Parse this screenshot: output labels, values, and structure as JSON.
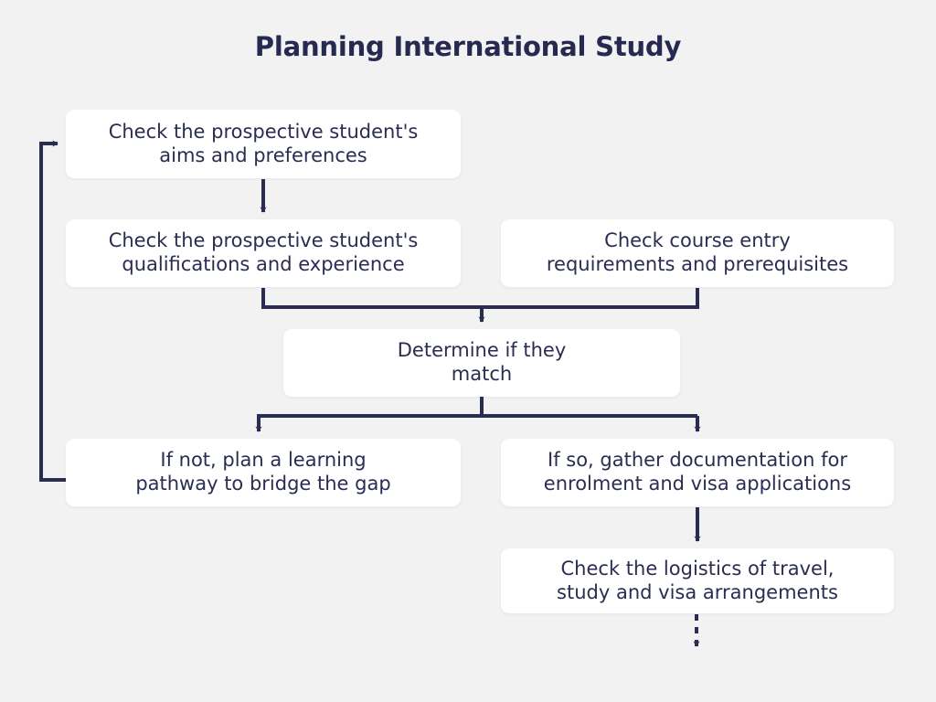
{
  "page": {
    "title": "Planning International Study",
    "background_color": "#f2f2f3",
    "node_fill_color": "#ffffff",
    "text_color": "#2a2d52",
    "connector_color": "#2a2d52"
  },
  "diagram_data": {
    "type": "flowchart",
    "nodes": [
      {
        "id": "n1",
        "label": "Check the prospective student's\naims and preferences"
      },
      {
        "id": "n2",
        "label": "Check the prospective student's\nqualifications and experience"
      },
      {
        "id": "n3",
        "label": "Check course entry\nrequirements and prerequisites"
      },
      {
        "id": "n4",
        "label": "Determine if they\nmatch"
      },
      {
        "id": "n5",
        "label": "If not, plan a learning\npathway to bridge the gap"
      },
      {
        "id": "n6",
        "label": "If so, gather documentation for\nenrolment and visa applications"
      },
      {
        "id": "n7",
        "label": "Check the logistics of travel,\nstudy and visa arrangements"
      }
    ],
    "edges": [
      {
        "from": "n1",
        "to": "n2",
        "style": "solid",
        "arrow": true
      },
      {
        "from": "n2",
        "to": "n4",
        "style": "solid",
        "arrow": true
      },
      {
        "from": "n3",
        "to": "n4",
        "style": "solid",
        "arrow": true
      },
      {
        "from": "n4",
        "to": "n5",
        "style": "solid",
        "arrow": true
      },
      {
        "from": "n4",
        "to": "n6",
        "style": "solid",
        "arrow": true
      },
      {
        "from": "n6",
        "to": "n7",
        "style": "solid",
        "arrow": true
      },
      {
        "from": "n5",
        "to": "n1",
        "style": "solid",
        "arrow": true,
        "note": "feedback loop around left side"
      },
      {
        "from": "n7",
        "to": "",
        "style": "dashed",
        "arrow": true,
        "note": "continues off-diagram"
      }
    ]
  }
}
